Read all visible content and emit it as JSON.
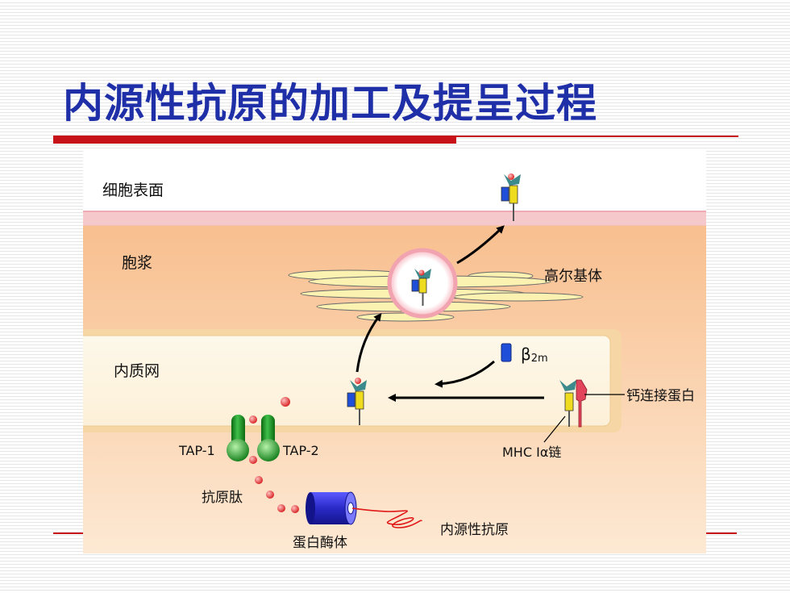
{
  "slide": {
    "title": "内源性抗原的加工及提呈过程"
  },
  "diagram": {
    "labels": {
      "cell_surface": "细胞表面",
      "cytoplasm": "胞浆",
      "golgi": "高尔基体",
      "er": "内质网",
      "beta2m_greek": "β",
      "beta2m_sub": "2m",
      "calnexin": "钙连接蛋白",
      "tap1": "TAP-1",
      "tap2": "TAP-2",
      "mhc_chain": "MHC Iα链",
      "peptide": "抗原肽",
      "proteasome": "蛋白酶体",
      "endogenous_antigen": "内源性抗原"
    },
    "colors": {
      "title": "#1f2fa8",
      "accent_red": "#c8121a",
      "membrane": "#f5c8cc",
      "cytoplasm": "#f9c69a",
      "er_lumen": "#fdf5e2",
      "golgi": "#fbf1b0",
      "tap_green": "#1f9a28",
      "proteasome": "#3b3bd6",
      "mhc_blue": "#1f4fd8",
      "mhc_yellow": "#f0dc1e",
      "peptide_red": "#e83030",
      "calnexin": "#e2455b"
    }
  }
}
